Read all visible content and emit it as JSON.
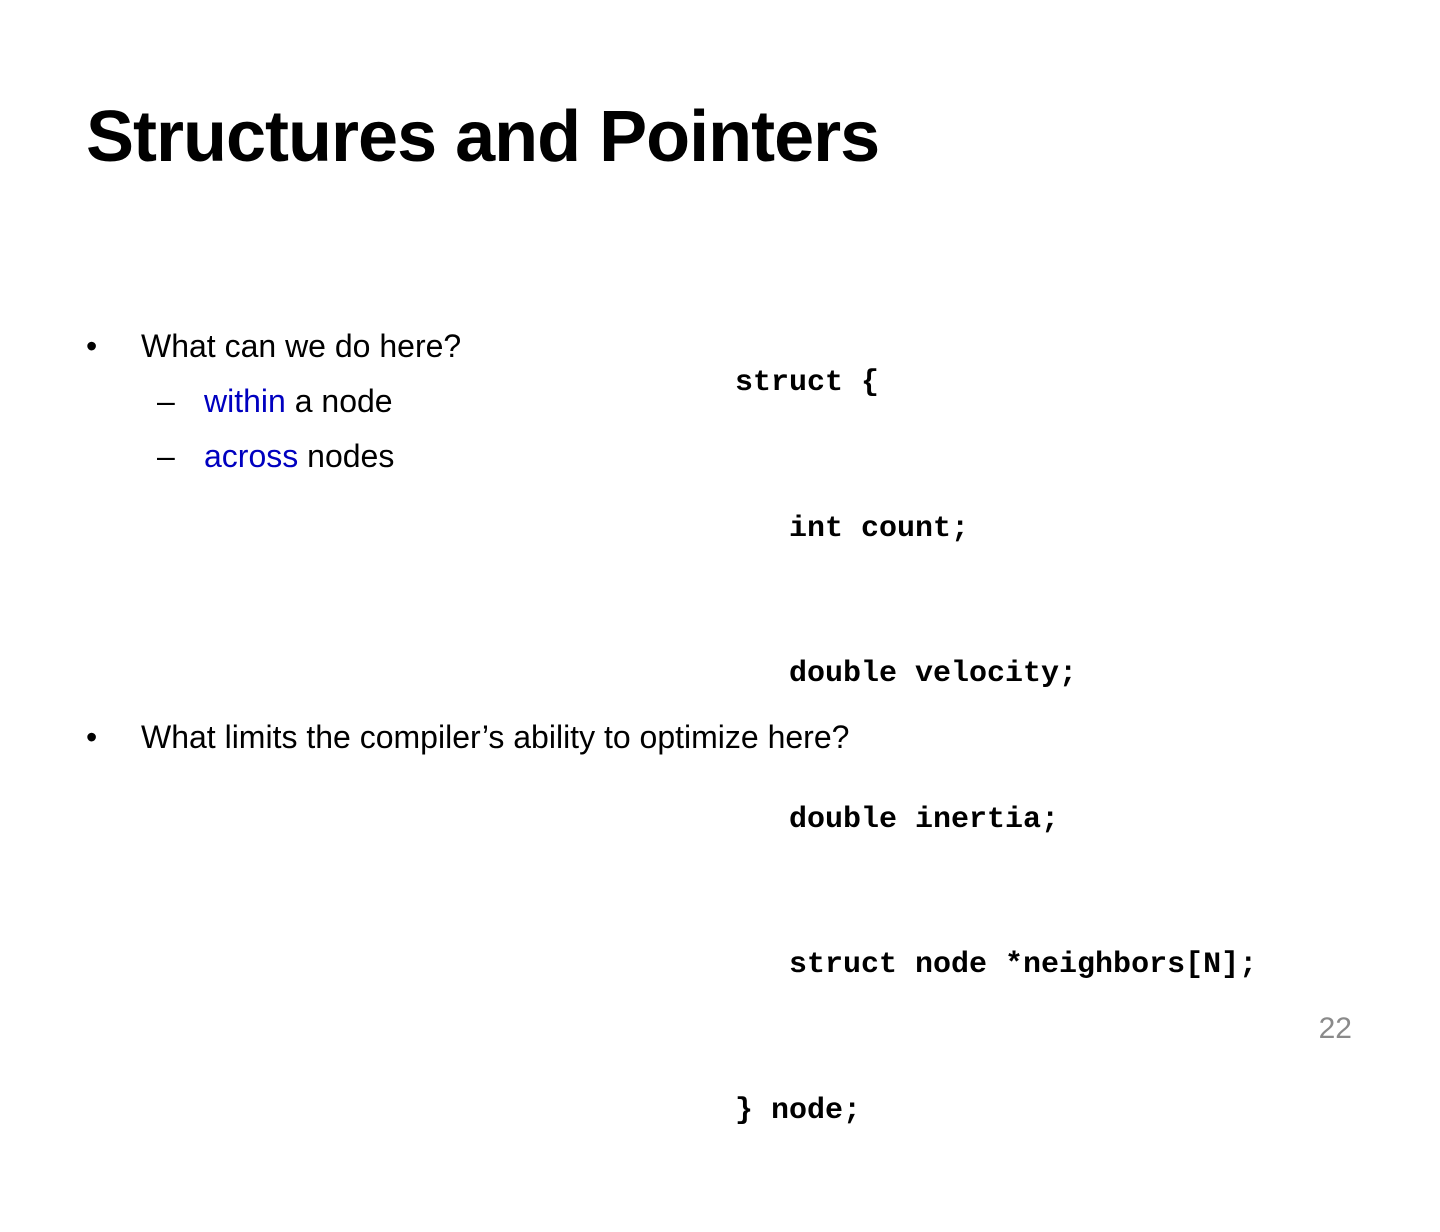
{
  "slide": {
    "title": "Structures and Pointers",
    "bullets": [
      {
        "marker": "•",
        "text": "What can we do here?",
        "subitems": [
          {
            "marker": "–",
            "keyword": "within",
            "rest": " a node"
          },
          {
            "marker": "–",
            "keyword": "across",
            "rest": " nodes"
          }
        ]
      },
      {
        "marker": "•",
        "text": "What limits the compiler’s ability to optimize here?"
      }
    ],
    "code": [
      "struct {",
      "   int count;",
      "   double velocity;",
      "   double inertia;",
      "   struct node *neighbors[N];",
      "} node;"
    ],
    "page_number": "22"
  },
  "colors": {
    "keyword": "#0000c0",
    "text": "#000000",
    "page_number": "#8a8a8a"
  }
}
